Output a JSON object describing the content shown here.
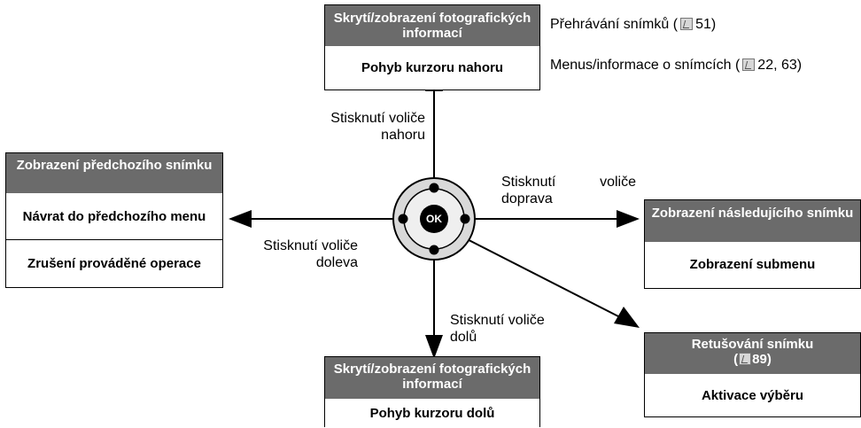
{
  "top_box": {
    "header": "Skrytí/zobrazení fotografických informací",
    "action": "Pohyb kurzoru nahoru"
  },
  "top_notes": {
    "playback": "Přehrávání snímků (",
    "playback_page": "51)",
    "menus": "Menus/informace o snímcích (",
    "menus_pages": "22, 63)"
  },
  "up_label": "Stisknutí voliče nahoru",
  "left_box": {
    "header": "Zobrazení předchozího snímku",
    "row1": "Návrat do předchozího menu",
    "row2": "Zrušení prováděné operace"
  },
  "left_label": "Stisknutí voliče doleva",
  "right_box": {
    "header": "Zobrazení následujícího snímku",
    "action": "Zobrazení submenu"
  },
  "right_label": "Stisknutí voliče doprava",
  "ok_label": "OK",
  "down_label": "Stisknutí voliče dolů",
  "bottom_box": {
    "header": "Skrytí/zobrazení fotografických informací",
    "action": "Pohyb kurzoru dolů"
  },
  "retouch_box": {
    "header_text": "Retušování snímku",
    "header_ref": "89)",
    "action": "Aktivace výběru"
  },
  "icons": {
    "page_reference": "page-reference-icon",
    "multi_selector": "multi-selector-icon",
    "arrow": "arrow-icon"
  }
}
